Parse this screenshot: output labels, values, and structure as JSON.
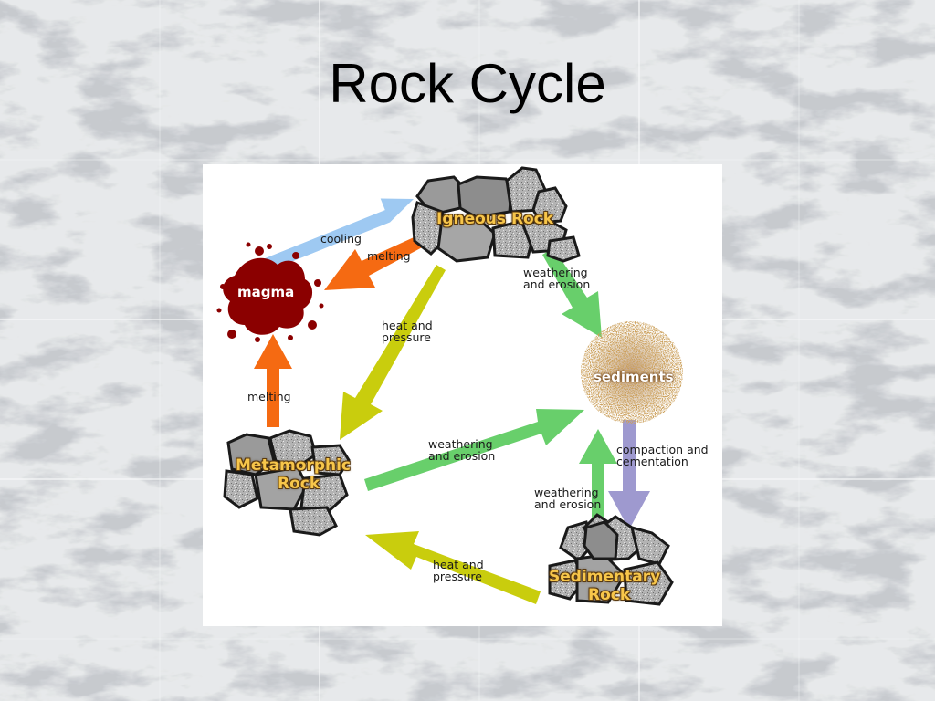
{
  "slide": {
    "title": "Rock Cycle"
  },
  "diagram": {
    "nodes": {
      "igneous": "Igneous Rock",
      "magma": "magma",
      "sediments": "sediments",
      "metamorphic_line1": "Metamorphic",
      "metamorphic_line2": "Rock",
      "sedimentary_line1": "Sedimentary",
      "sedimentary_line2": "Rock"
    },
    "labels": {
      "cooling": "cooling",
      "melting_igneous": "melting",
      "weathering_igneous_1": "weathering",
      "weathering_igneous_2": "and erosion",
      "heat_pressure_igneous_1": "heat and",
      "heat_pressure_igneous_2": "pressure",
      "melting_metamorphic": "melting",
      "weathering_metamorphic_1": "weathering",
      "weathering_metamorphic_2": "and erosion",
      "compaction_1": "compaction and",
      "compaction_2": "cementation",
      "weathering_sedimentary_1": "weathering",
      "weathering_sedimentary_2": "and erosion",
      "heat_pressure_sedimentary_1": "heat and",
      "heat_pressure_sedimentary_2": "pressure"
    },
    "colors": {
      "cooling_arrow": "#9ec9f2",
      "melting_arrow": "#f56a12",
      "weathering_arrow": "#68cf6b",
      "heat_pressure_arrow": "#c9cd0d",
      "compaction_arrow": "#9e99cf",
      "magma": "#8b0000",
      "rock_label": "#f7c64a"
    }
  }
}
